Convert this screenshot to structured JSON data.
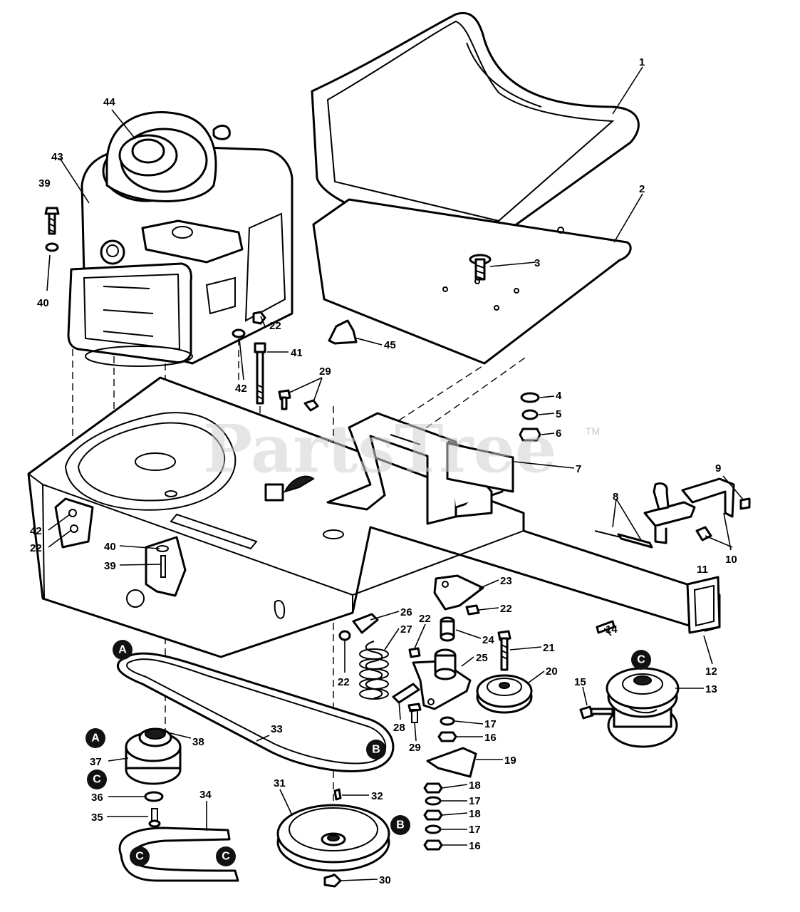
{
  "watermark": {
    "text": "PartsTree",
    "trademark": "TM"
  },
  "callouts": [
    {
      "text": "1"
    },
    {
      "text": "2"
    },
    {
      "text": "3"
    },
    {
      "text": "44"
    },
    {
      "text": "43"
    },
    {
      "text": "39"
    },
    {
      "text": "40"
    },
    {
      "text": "22"
    },
    {
      "text": "41"
    },
    {
      "text": "42"
    },
    {
      "text": "45"
    },
    {
      "text": "29"
    },
    {
      "text": "4"
    },
    {
      "text": "5"
    },
    {
      "text": "6"
    },
    {
      "text": "7"
    },
    {
      "text": "9"
    },
    {
      "text": "8"
    },
    {
      "text": "10"
    },
    {
      "text": "11"
    },
    {
      "text": "42"
    },
    {
      "text": "22"
    },
    {
      "text": "40"
    },
    {
      "text": "39"
    },
    {
      "text": "23"
    },
    {
      "text": "22"
    },
    {
      "text": "26"
    },
    {
      "text": "22"
    },
    {
      "text": "27"
    },
    {
      "text": "24"
    },
    {
      "text": "21"
    },
    {
      "text": "25"
    },
    {
      "text": "22"
    },
    {
      "text": "20"
    },
    {
      "text": "14"
    },
    {
      "text": "12"
    },
    {
      "text": "15"
    },
    {
      "text": "13"
    },
    {
      "text": "33"
    },
    {
      "text": "38"
    },
    {
      "text": "28"
    },
    {
      "text": "29"
    },
    {
      "text": "17"
    },
    {
      "text": "16"
    },
    {
      "text": "19"
    },
    {
      "text": "37"
    },
    {
      "text": "36"
    },
    {
      "text": "35"
    },
    {
      "text": "34"
    },
    {
      "text": "31"
    },
    {
      "text": "32"
    },
    {
      "text": "18"
    },
    {
      "text": "17"
    },
    {
      "text": "18"
    },
    {
      "text": "17"
    },
    {
      "text": "16"
    },
    {
      "text": "30"
    }
  ],
  "circle_markers": [
    {
      "text": "A"
    },
    {
      "text": "A"
    },
    {
      "text": "C"
    },
    {
      "text": "B"
    },
    {
      "text": "B"
    },
    {
      "text": "C"
    },
    {
      "text": "C"
    },
    {
      "text": "C"
    }
  ]
}
